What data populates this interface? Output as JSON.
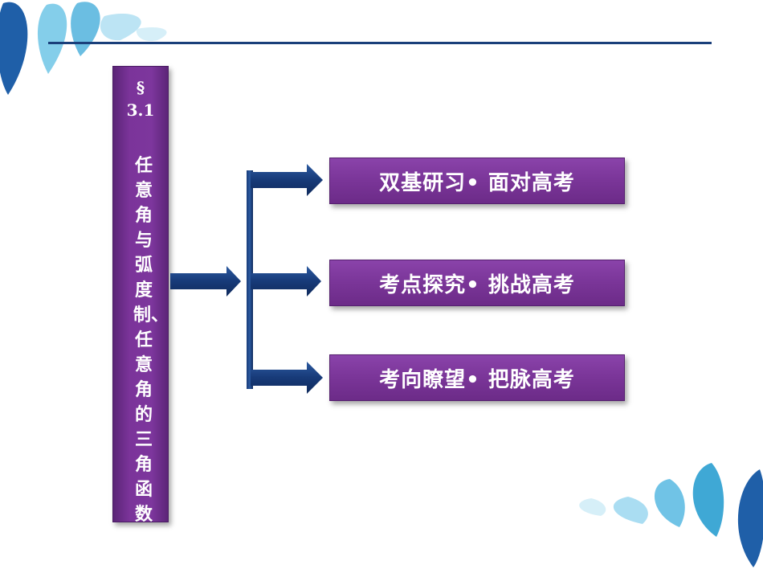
{
  "outline": {
    "section_mark": "§",
    "section_number": "3.1",
    "section_title": "任意角与弧度制、任意角的三角函数",
    "items": [
      {
        "label": "双基研习• 面对高考"
      },
      {
        "label": "考点探究• 挑战高考"
      },
      {
        "label": "考向瞭望• 把脉高考"
      }
    ]
  },
  "colors": {
    "box_purple": "#7b349a",
    "arrow_navy": "#1a3f7a",
    "leaf_blue": "#2a9fd0",
    "leaf_dark": "#1f5fa8"
  }
}
